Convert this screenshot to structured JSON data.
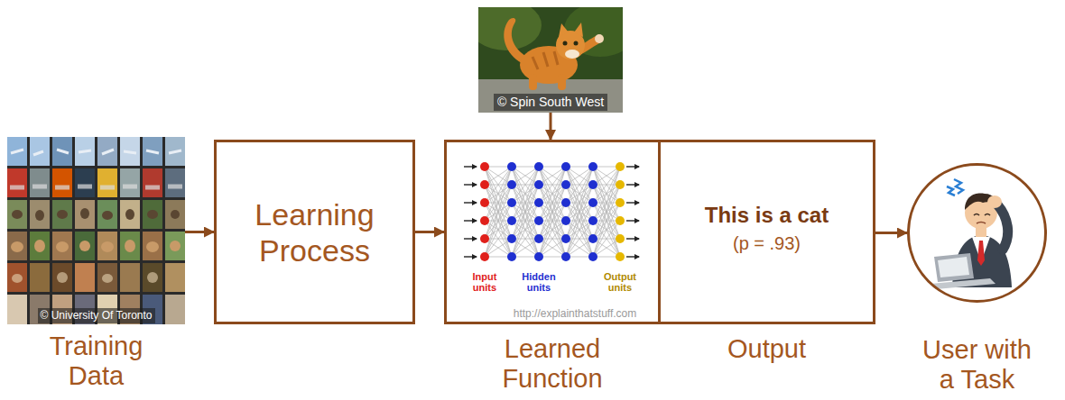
{
  "diagram": {
    "nodes": [
      {
        "text": [
          "© Spin South West"
        ]
      },
      {
        "text": [
          "© University Of Toronto",
          "Training Data"
        ]
      },
      {
        "text": [
          "Learning Process"
        ]
      },
      {
        "text": [
          "Input units",
          "Hidden units",
          "Output units",
          "http://explainthatstuff.com",
          "Learned Function"
        ]
      },
      {
        "text": [
          "This is a cat",
          "(p = .93)",
          "Output"
        ]
      },
      {
        "text": [
          "User with a Task"
        ]
      }
    ],
    "edges": [
      {
        "from": 1,
        "to": 2,
        "arrow": "to"
      },
      {
        "from": 2,
        "to": 3,
        "arrow": "to"
      },
      {
        "from": 0,
        "to": 3,
        "arrow": "to"
      },
      {
        "from": 4,
        "to": 5,
        "arrow": "to"
      }
    ]
  }
}
